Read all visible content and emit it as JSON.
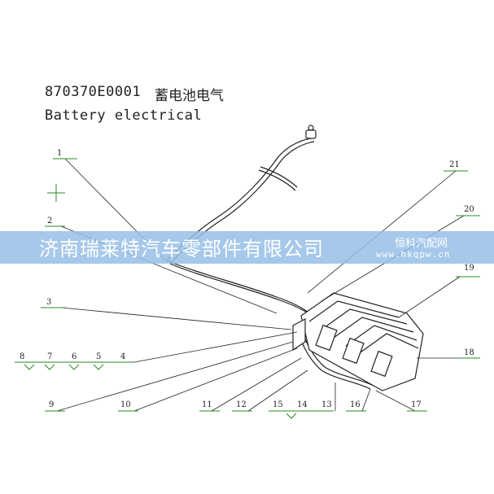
{
  "header": {
    "part_code": "870370E0001",
    "title_zh": "蓄电池电气",
    "title_en": "Battery electrical"
  },
  "watermark": {
    "company": "济南瑞莱特汽车零部件有限公司",
    "brand": "恒科汽配网",
    "url": "www.hkqpw.cn"
  },
  "callouts": [
    "1",
    "2",
    "3",
    "4",
    "5",
    "6",
    "7",
    "8",
    "9",
    "10",
    "11",
    "12",
    "13",
    "14",
    "15",
    "16",
    "17",
    "18",
    "19",
    "20",
    "21"
  ],
  "colors": {
    "line": "#222222",
    "underline": "#2a8a2a",
    "banner": "#96bee6"
  }
}
